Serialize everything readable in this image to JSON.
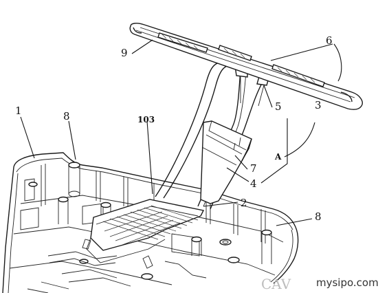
{
  "labels": {
    "l1": "1",
    "l2": "2",
    "l3": "3",
    "l4": "4",
    "l5": "5",
    "l6": "6",
    "l7": "7",
    "l8_left": "8",
    "l8_right": "8",
    "l9": "9",
    "l103": "103",
    "lA": "A"
  },
  "watermark": {
    "site": "mysipo.com",
    "logo_text": "CAV"
  }
}
